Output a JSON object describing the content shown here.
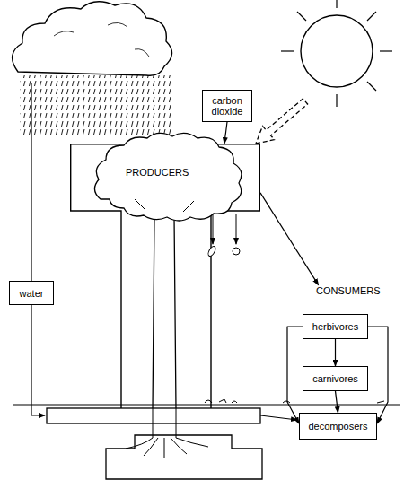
{
  "diagram": {
    "nodes": [
      {
        "text": [
          "carbon dioxide"
        ]
      },
      {
        "text": [
          "PRODUCERS"
        ]
      },
      {
        "text": [
          "water"
        ]
      },
      {
        "text": [
          "CONSUMERS"
        ]
      },
      {
        "text": [
          "herbivores"
        ]
      },
      {
        "text": [
          "carnivores"
        ]
      },
      {
        "text": [
          "decomposers"
        ]
      }
    ],
    "edges": [
      {
        "from": 0,
        "to": 1,
        "arrow": "to"
      },
      {
        "from": 1,
        "to": 3,
        "arrow": "to"
      },
      {
        "from": 4,
        "to": 5,
        "arrow": "to"
      },
      {
        "from": 5,
        "to": 6,
        "arrow": "to"
      },
      {
        "from": 4,
        "to": 6,
        "arrow": "to"
      },
      {
        "from": 4,
        "to": 6,
        "arrow": "to"
      }
    ]
  }
}
